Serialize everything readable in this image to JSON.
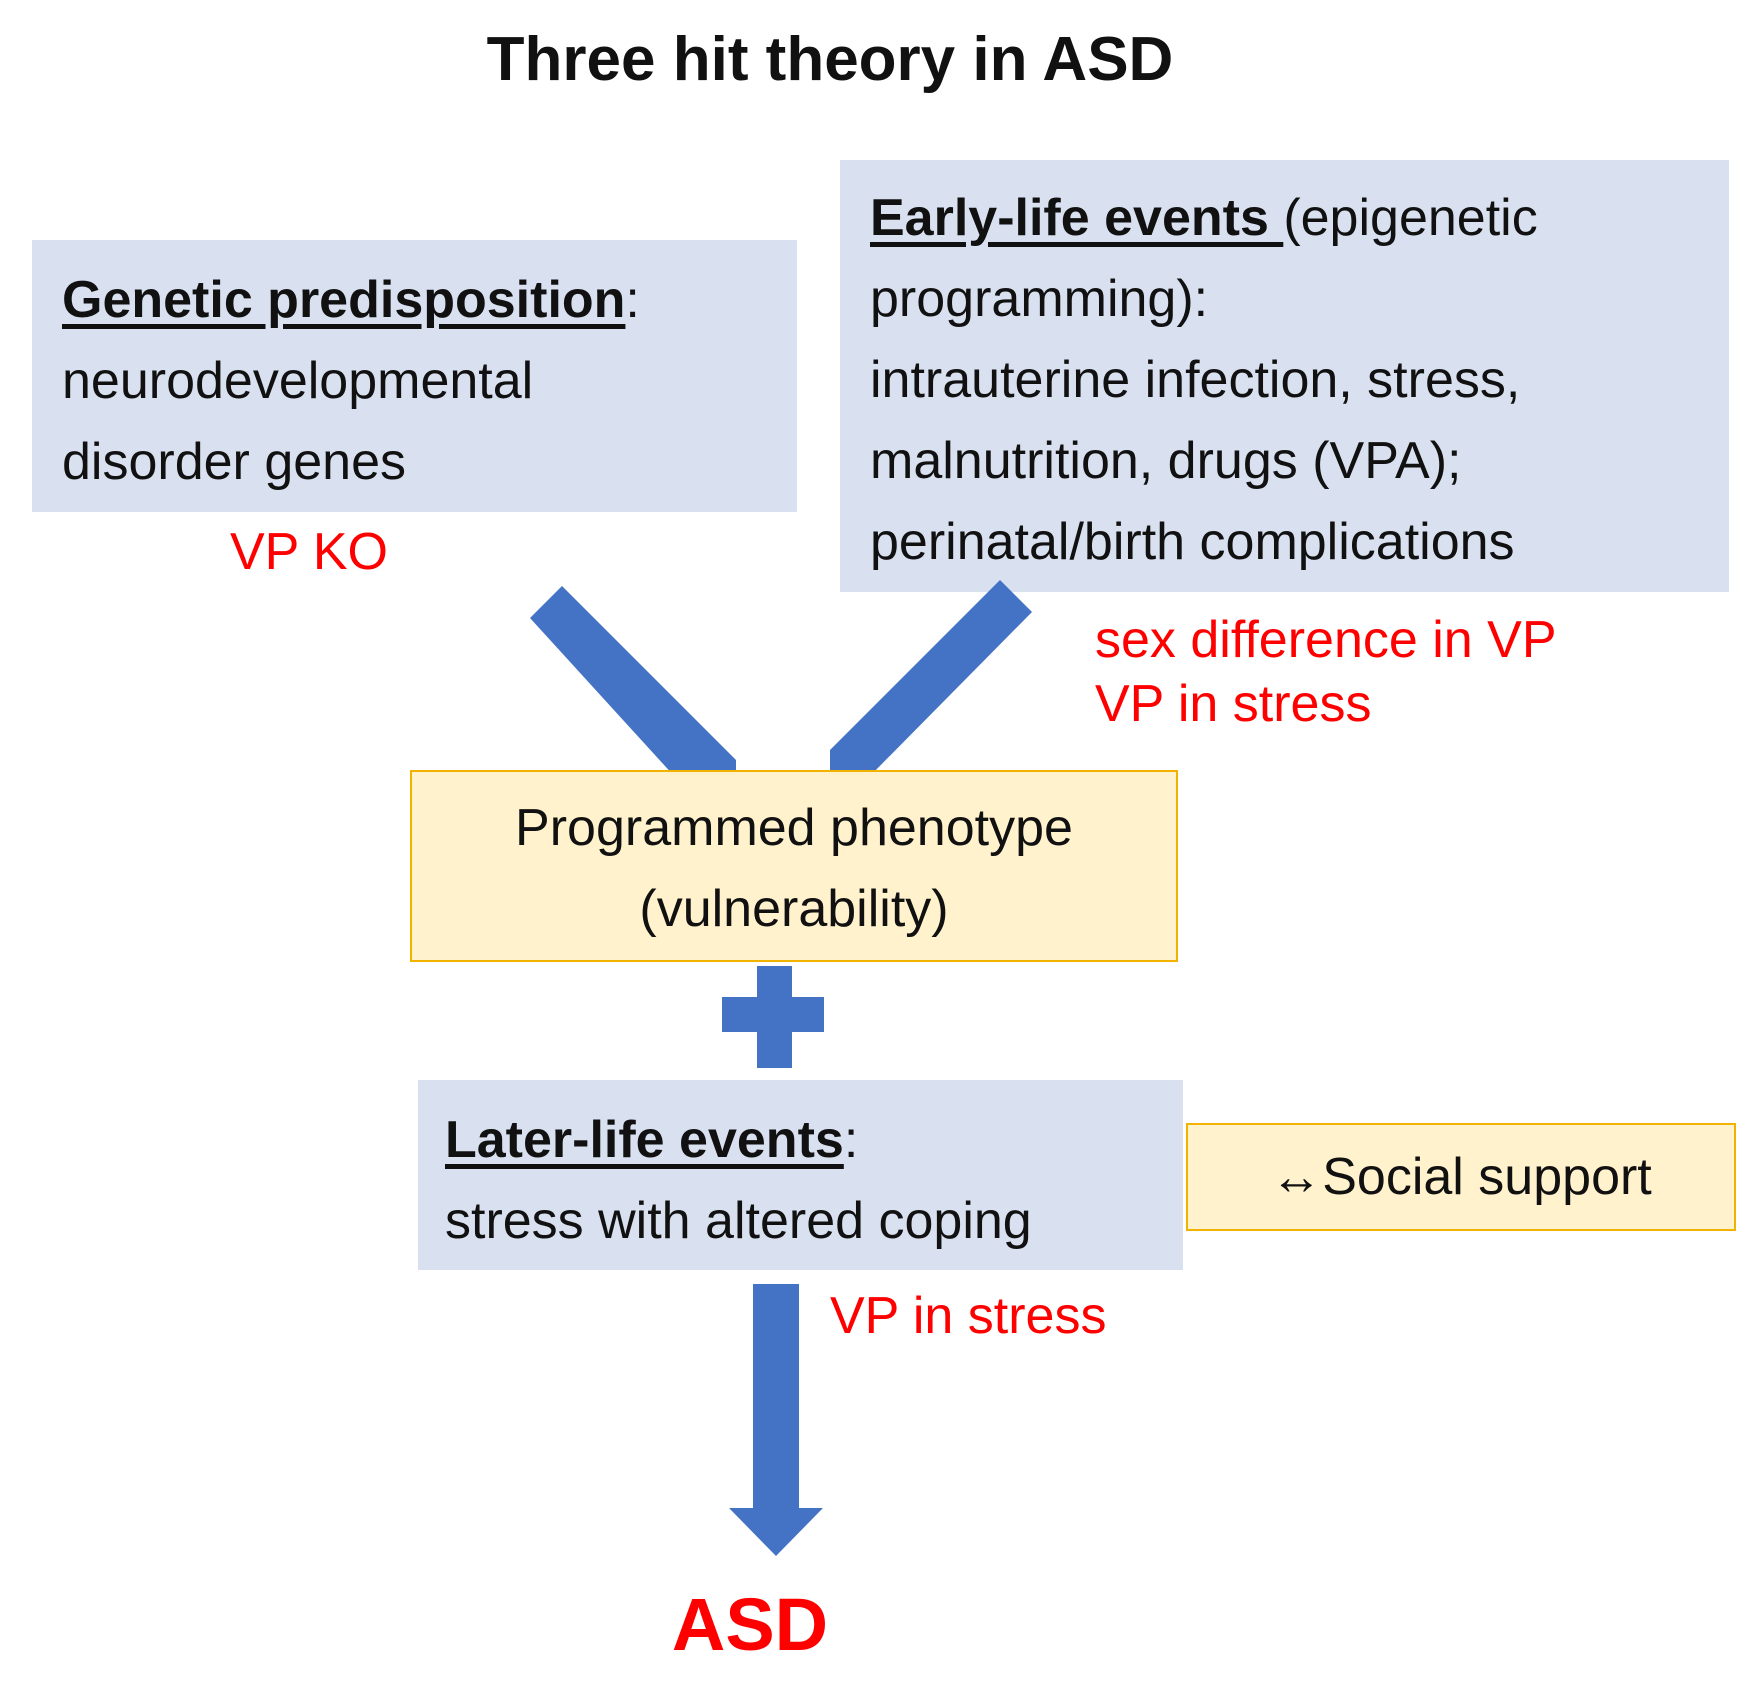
{
  "title": "Three hit theory in ASD",
  "genetic": {
    "heading": "Genetic predisposition",
    "colon": ":",
    "line1": "neurodevelopmental",
    "line2": "disorder genes",
    "note": "VP KO"
  },
  "early": {
    "heading": "Early-life events ",
    "heading_rest": "(epigenetic",
    "line1": "programming):",
    "line2": "intrauterine infection, stress,",
    "line3": "malnutrition, drugs (VPA);",
    "line4": "perinatal/birth complications",
    "note1": "sex difference in VP",
    "note2": "VP in stress"
  },
  "programmed": {
    "line1": "Programmed phenotype",
    "line2": "(vulnerability)"
  },
  "later": {
    "heading": "Later-life events",
    "colon": ":",
    "line1": "stress with altered coping",
    "note": "VP in stress"
  },
  "social": {
    "label": "↔Social support"
  },
  "outcome": "ASD",
  "colors": {
    "arrow": "#4472c4",
    "note": "#ff0000",
    "blue_box": "#d9e1f1",
    "yellow_box": "#fff2cc",
    "yellow_border": "#f2b200"
  }
}
